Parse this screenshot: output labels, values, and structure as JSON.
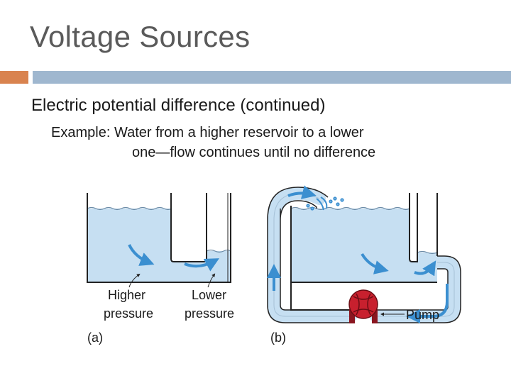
{
  "slide": {
    "title": "Voltage Sources",
    "bullet": "Electric potential difference (continued)",
    "example_label": "Example:",
    "example_line1": "Water from a higher reservoir to a lower",
    "example_line2": "one—flow continues until no difference"
  },
  "figure": {
    "label_higher_1": "Higher",
    "label_higher_2": "pressure",
    "label_lower_1": "Lower",
    "label_lower_2": "pressure",
    "label_pump": "Pump",
    "label_a": "(a)",
    "label_b": "(b)"
  },
  "colors": {
    "title": "#5a5a5a",
    "accent_bar": "#d9834f",
    "main_bar": "#9fb7cf",
    "water": "#c6dff2",
    "arrow": "#3b8fd0",
    "pump": "#c8202e"
  }
}
